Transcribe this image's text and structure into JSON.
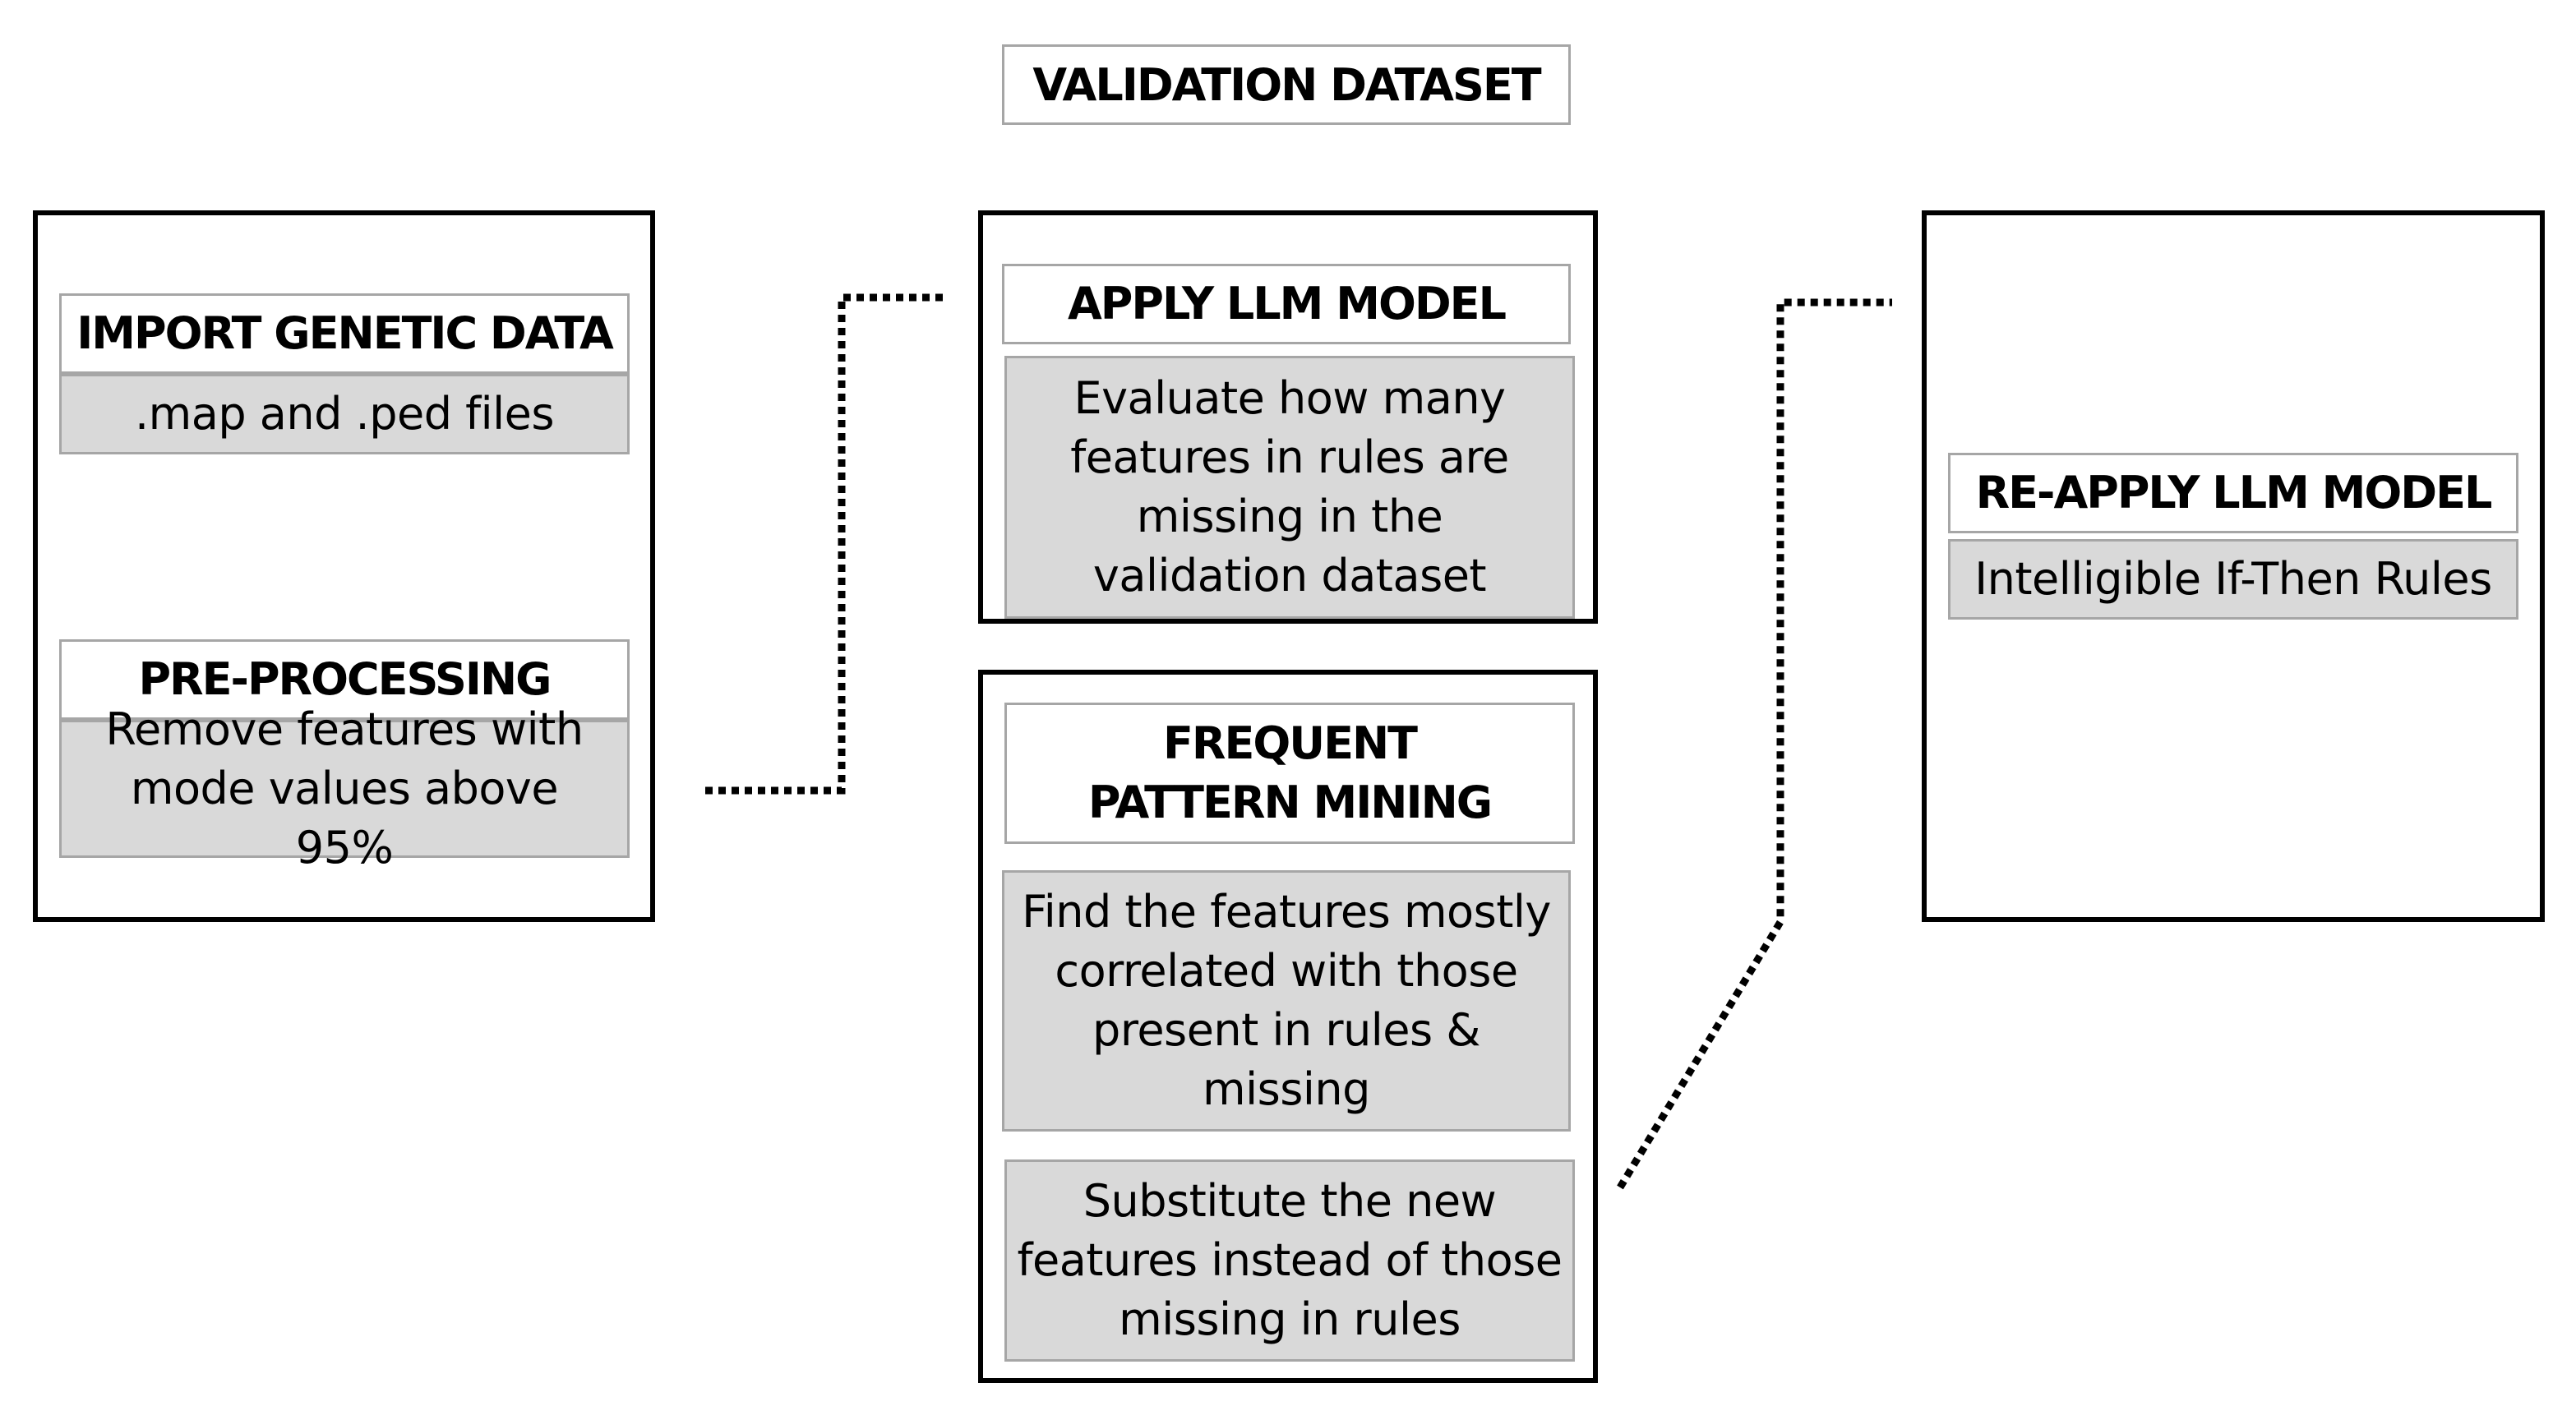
{
  "title": "VALIDATION DATASET",
  "step1": {
    "import": {
      "heading": "IMPORT GENETIC DATA",
      "detail": ".map and .ped files"
    },
    "preprocessing": {
      "heading": "PRE-PROCESSING",
      "detail": "Remove features with mode values above 95%"
    }
  },
  "step2": {
    "apply": {
      "heading": "APPLY LLM MODEL",
      "detail": "Evaluate how many features in rules are missing in the validation dataset"
    },
    "mining": {
      "heading": "FREQUENT PATTERN MINING",
      "detail_find": "Find the features mostly correlated with those present in rules & missing",
      "detail_substitute": "Substitute the new features instead of those missing in rules"
    }
  },
  "step3": {
    "reapply": {
      "heading": "RE-APPLY LLM MODEL",
      "detail": "Intelligible If-Then Rules"
    }
  }
}
